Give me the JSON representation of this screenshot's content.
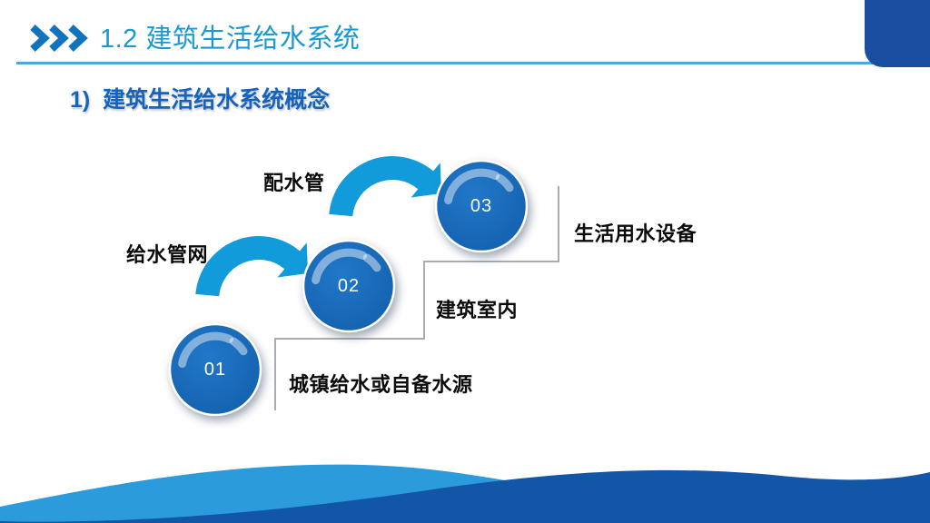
{
  "slide": {
    "header": {
      "title": "1.2 建筑生活给水系统"
    },
    "section_heading": "1)  建筑生活给水系统概念",
    "diagram": {
      "stages": [
        {
          "number": "01",
          "label": "城镇给水或自备水源"
        },
        {
          "number": "02",
          "label": "建筑室内"
        },
        {
          "number": "03",
          "label": "生活用水设备"
        }
      ],
      "arrows": [
        {
          "label": "给水管网"
        },
        {
          "label": "配水管"
        }
      ]
    },
    "colors": {
      "title_blue": "#1899D6",
      "heading_blue": "#1463BE",
      "chevron_blue": "#1273BD",
      "divider_blue": "#4FA6DF",
      "circle_blue": "#176BB9",
      "arrow_blue": "#129BDA",
      "step_line_gray": "#A9ADB2",
      "wave_light_blue": "#2C9BDC",
      "wave_dark_blue": "#1256A8",
      "corner_navy": "#1A4FA0"
    }
  }
}
